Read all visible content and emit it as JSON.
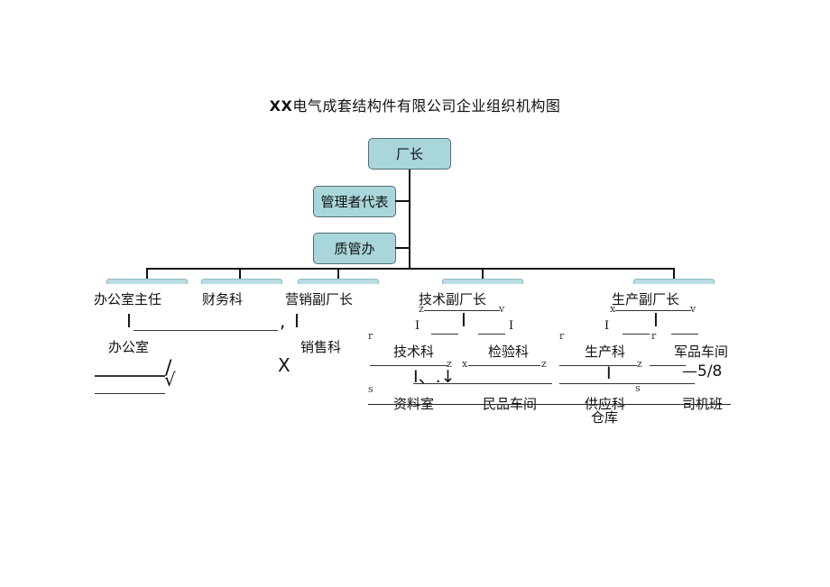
{
  "title": {
    "prefix": "XX",
    "rest": "电气成套结构件有限公司企业组织机构图"
  },
  "top_boxes": {
    "factory_director": "厂长",
    "management_rep": "管理者代表",
    "quality_office": "质管办"
  },
  "departments": {
    "office_director": "办公室主任",
    "finance": "财务科",
    "sales_deputy": "营销副厂长",
    "tech_deputy": "技术副厂长",
    "production_deputy": "生产副厂长"
  },
  "sub_units": {
    "office": "办公室",
    "sales": "销售科",
    "tech": "技术科",
    "inspection": "检验科",
    "production": "生产科",
    "military_workshop": "军品车间",
    "archive": "资料室",
    "civil_workshop": "民品车间",
    "supply": "供应科",
    "driver_team": "司机班",
    "warehouse": "仓库"
  },
  "artifacts": {
    "i1": "I",
    "i2": "I",
    "comma": ",",
    "x": "X",
    "slash": "/",
    "sqrt": "√",
    "i3": "I",
    "i4": "I",
    "i5": "I",
    "i6": "I",
    "i7": "I",
    "i8": "I",
    "i9": "I",
    "i10": "I",
    "i_dots": "I、.↓",
    "frac": "—5/8",
    "z1": "z",
    "v1": "v",
    "x1": "x",
    "x2": "x",
    "z2": "z",
    "z3": "z",
    "s1": "s",
    "s2": "s",
    "r1": "r",
    "r2": "r"
  }
}
